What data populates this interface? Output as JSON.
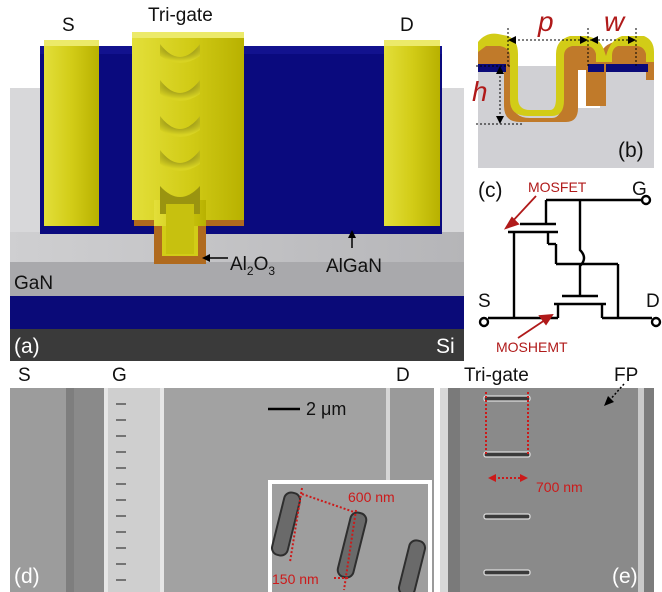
{
  "panel_a": {
    "label_s": "S",
    "label_trigate": "Tri-gate",
    "label_d": "D",
    "label_al2o3_main": "Al",
    "label_al2o3_sub1": "2",
    "label_al2o3_o": "O",
    "label_al2o3_sub2": "3",
    "label_algan": "AlGaN",
    "label_gan": "GaN",
    "label_si": "Si",
    "panel_label": "(a)"
  },
  "panel_b": {
    "label_p": "p",
    "label_w": "w",
    "label_h": "h",
    "panel_label": "(b)"
  },
  "panel_c": {
    "label_mosfet": "MOSFET",
    "label_g": "G",
    "label_s": "S",
    "label_d": "D",
    "label_moshemt": "MOSHEMT",
    "panel_label": "(c)"
  },
  "panel_d": {
    "label_s": "S",
    "label_g": "G",
    "label_d": "D",
    "scale_bar": "2 μm",
    "dim_600": "600 nm",
    "dim_150": "150 nm",
    "panel_label": "(d)"
  },
  "panel_e": {
    "label_trigate": "Tri-gate",
    "label_fp": "FP",
    "dim_700": "700 nm",
    "panel_label": "(e)"
  },
  "colors": {
    "navy": "#0a0a78",
    "gold": "#d4cf1a",
    "gold_dark": "#b7b000",
    "orange": "#b06a1e",
    "grey": "#c8c8ca",
    "grey_dark": "#9c9c9e",
    "red": "#b01a1a"
  }
}
